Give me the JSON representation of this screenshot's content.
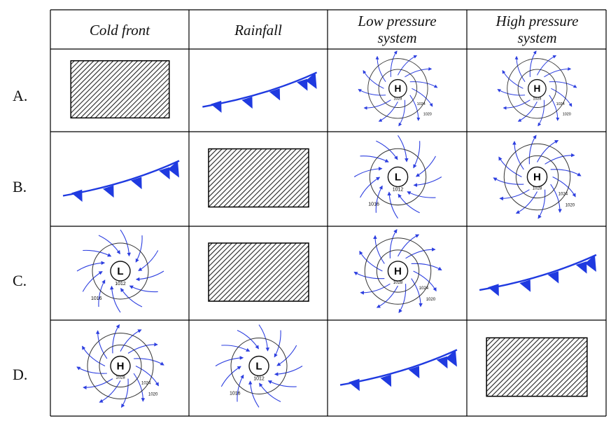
{
  "headers": {
    "cold_front": "Cold front",
    "rainfall": "Rainfall",
    "low_pressure": "Low pressure system",
    "high_pressure": "High pressure system"
  },
  "rows": [
    {
      "label": "A.",
      "cells": [
        "rainfall",
        "cold-front",
        "high",
        "high"
      ]
    },
    {
      "label": "B.",
      "cells": [
        "cold-front",
        "rainfall",
        "low",
        "high"
      ]
    },
    {
      "label": "C.",
      "cells": [
        "low",
        "rainfall",
        "high",
        "cold-front"
      ]
    },
    {
      "label": "D.",
      "cells": [
        "high",
        "low",
        "cold-front",
        "rainfall"
      ]
    }
  ],
  "symbols": {
    "high": {
      "letter": "H",
      "isobars": [
        "1028",
        "1024",
        "1020"
      ]
    },
    "low": {
      "letter": "L",
      "isobars": [
        "1012",
        "1016"
      ]
    }
  },
  "colors": {
    "front": "#1f3ae0",
    "arrow": "#2d3fe0",
    "grid": "#000000",
    "isobar": "#333333"
  }
}
